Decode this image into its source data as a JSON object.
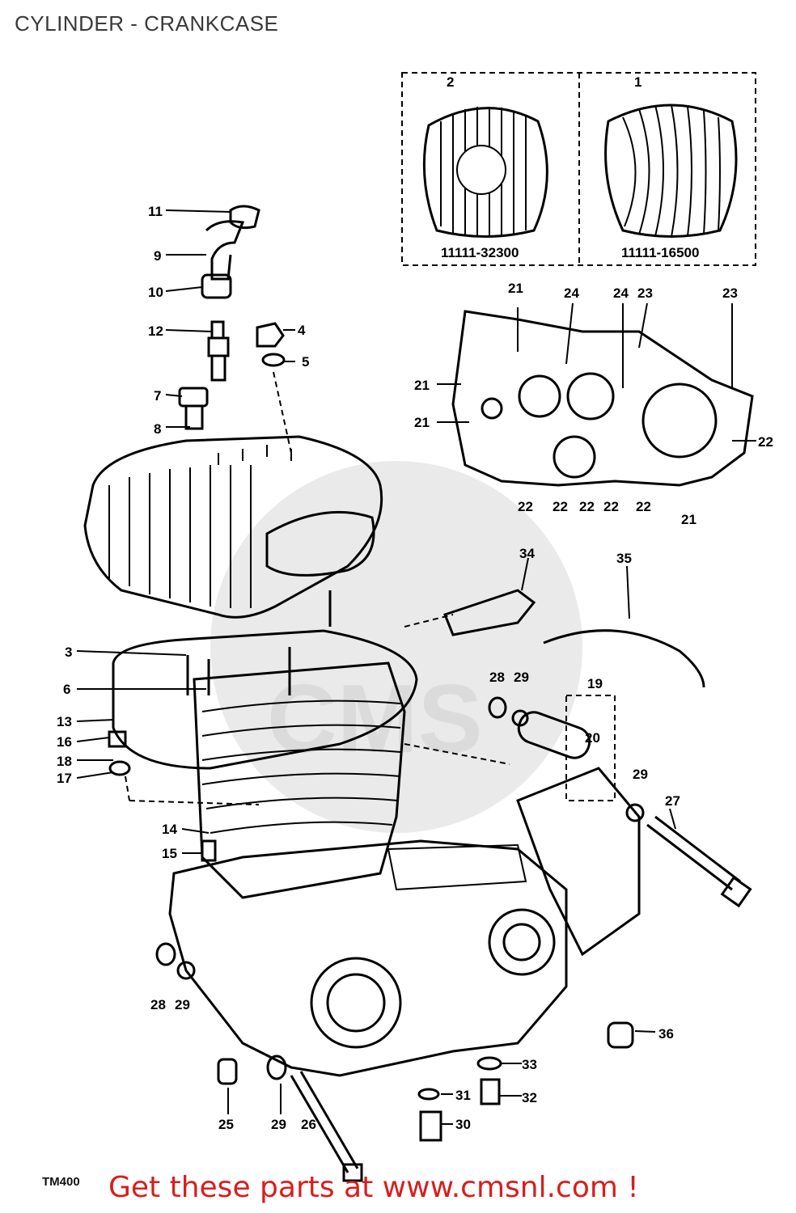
{
  "title": "CYLINDER - CRANKCASE",
  "inset_left": {
    "ref": "2",
    "part_number": "11111-32300"
  },
  "inset_right": {
    "ref": "1",
    "part_number": "11111-16500"
  },
  "callouts": [
    "11",
    "9",
    "10",
    "12",
    "4",
    "5",
    "7",
    "8",
    "3",
    "6",
    "13",
    "16",
    "18",
    "17",
    "14",
    "15",
    "28",
    "29",
    "25",
    "29",
    "26",
    "21",
    "24",
    "24",
    "23",
    "23",
    "21",
    "21",
    "22",
    "22",
    "22",
    "22",
    "22",
    "22",
    "21",
    "34",
    "35",
    "28",
    "29",
    "19",
    "20",
    "29",
    "27",
    "36",
    "33",
    "31",
    "32",
    "30"
  ],
  "model_code": "TM400",
  "footer": "Get these parts at www.cmsnl.com !"
}
